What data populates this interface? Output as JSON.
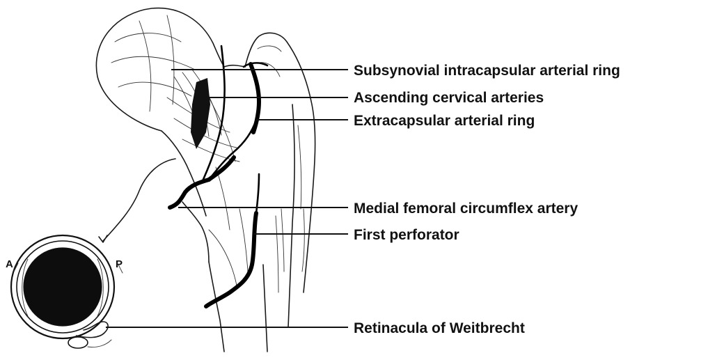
{
  "labels": {
    "subsynovial": "Subsynovial intracapsular arterial ring",
    "ascending": "Ascending cervical arteries",
    "extracapsular": "Extracapsular arterial ring",
    "medial": "Medial femoral circumflex artery",
    "perforator": "First perforator",
    "retinacula": "Retinacula of Weitbrecht"
  },
  "inset": {
    "anterior": "A",
    "posterior": "P"
  }
}
